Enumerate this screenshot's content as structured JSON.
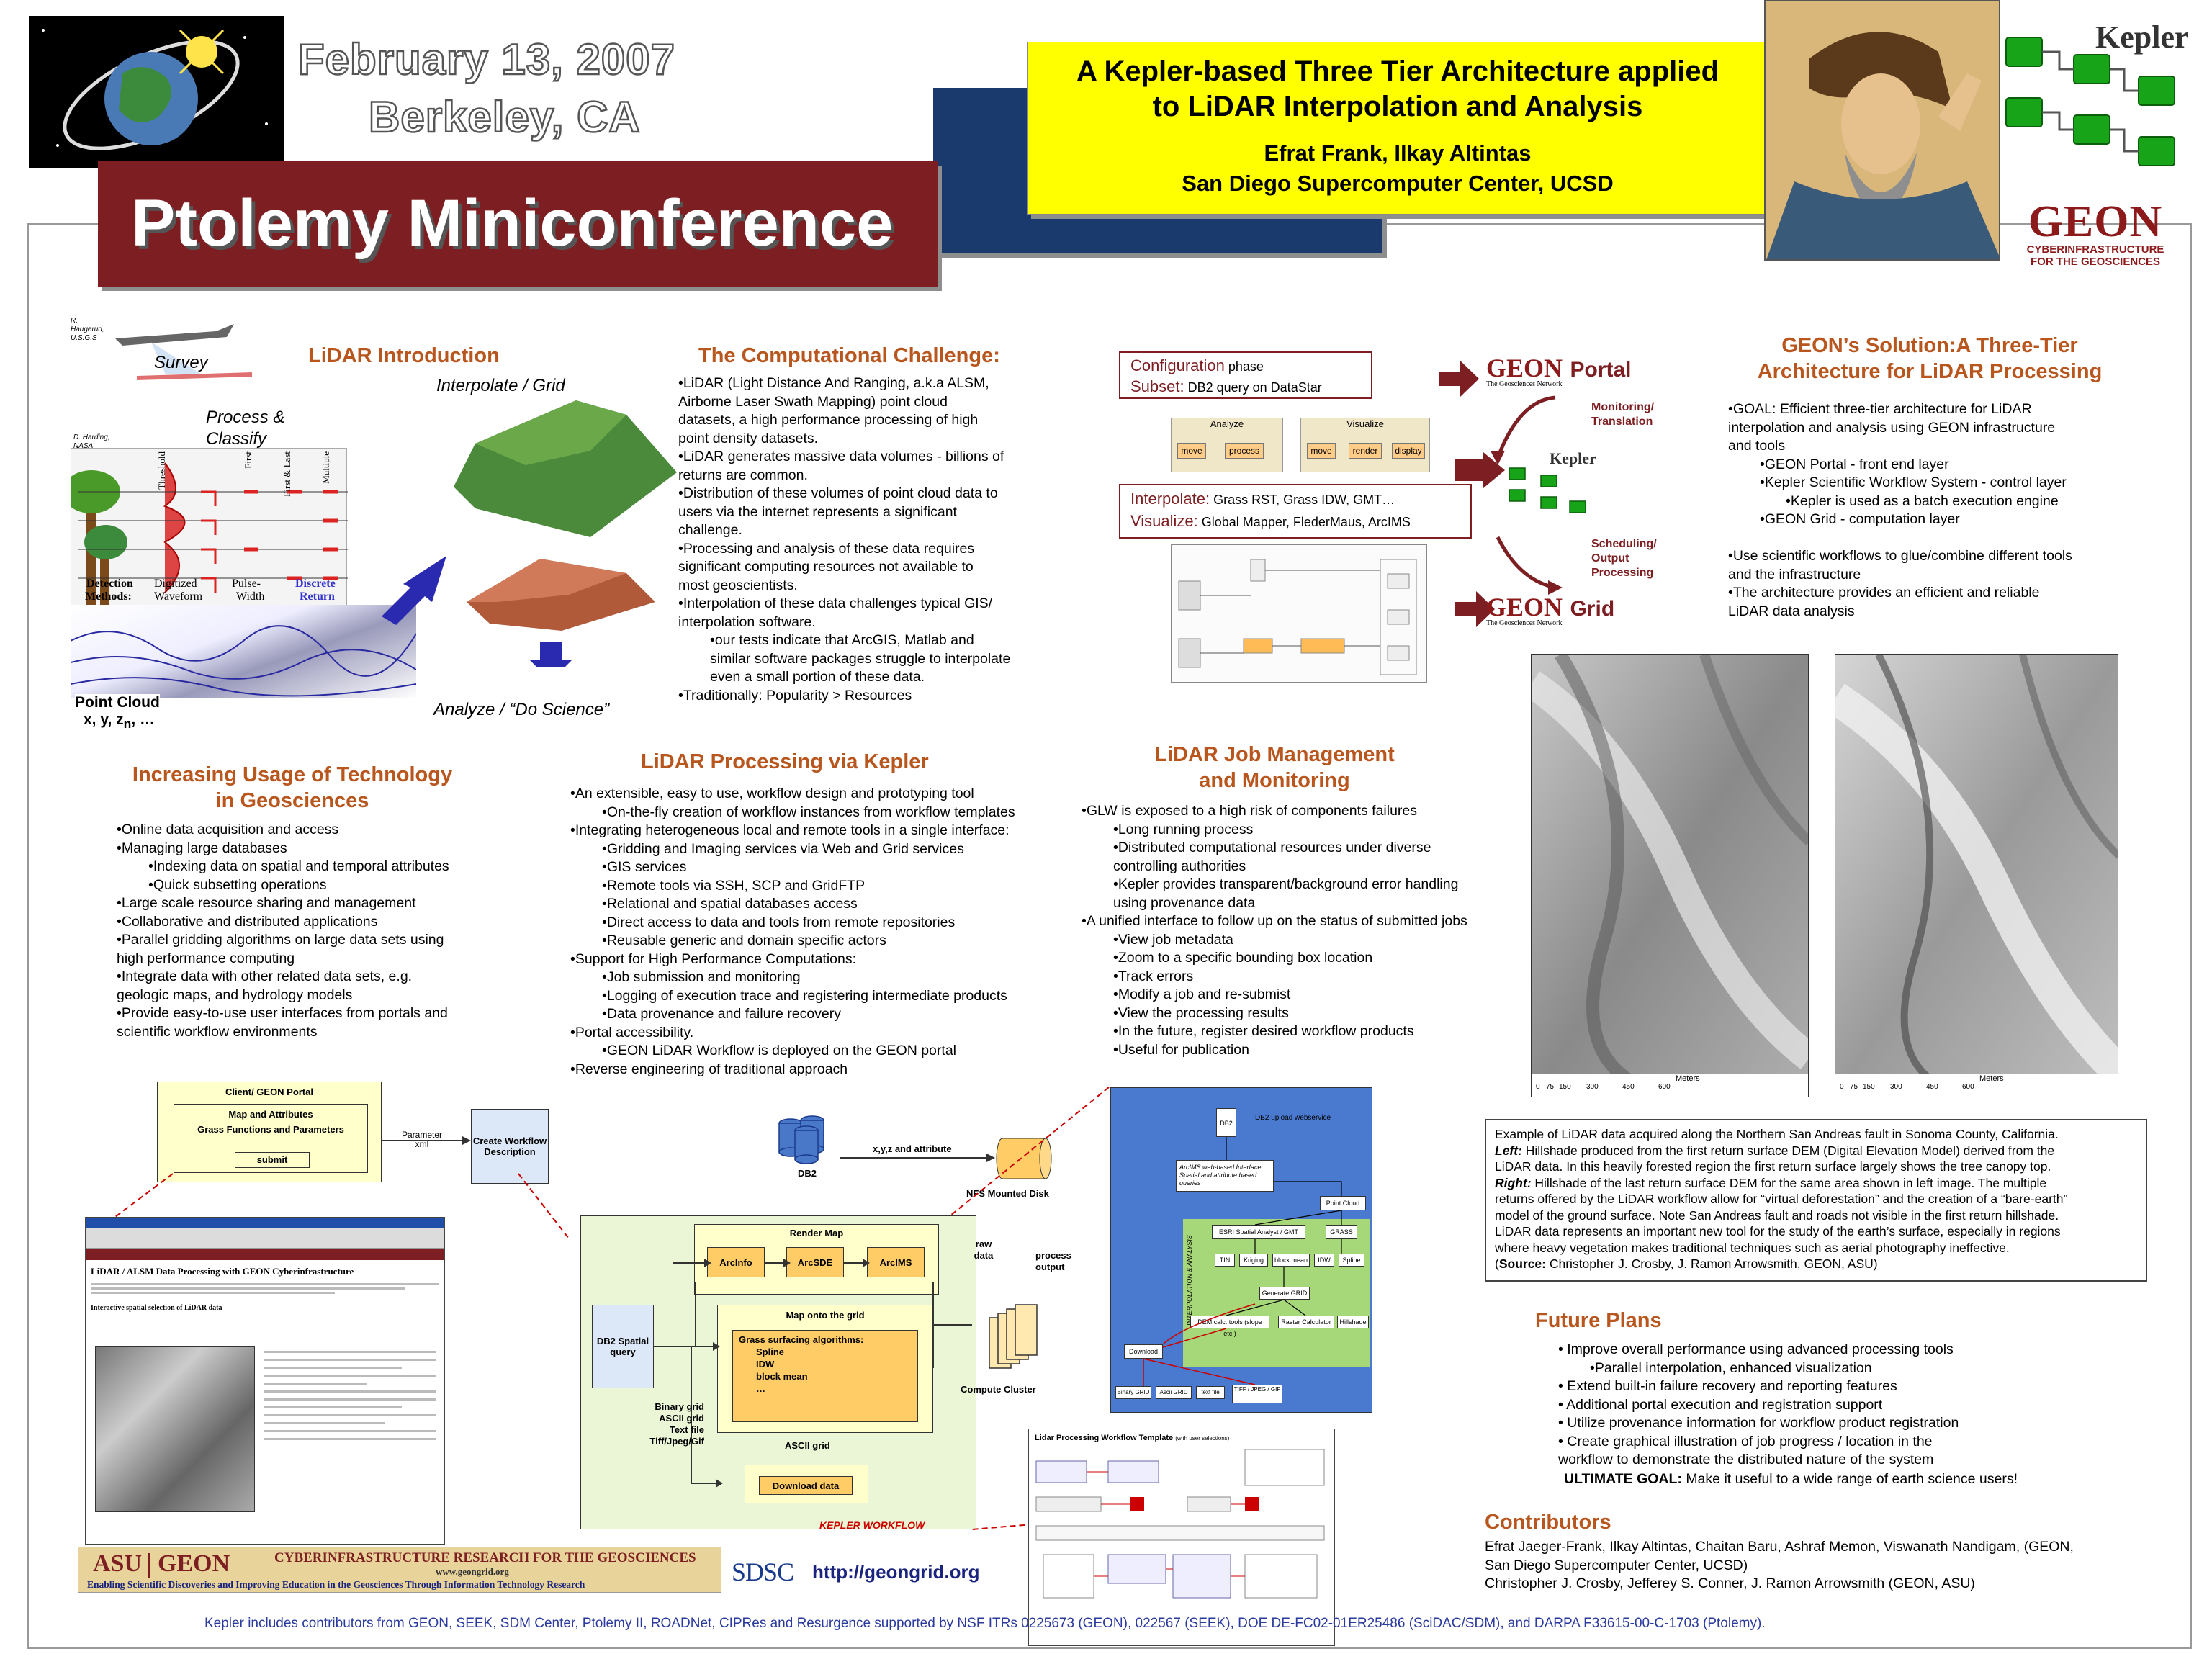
{
  "header": {
    "date": "February 13, 2007",
    "place": "Berkeley, CA",
    "conference": "Ptolemy Miniconference",
    "title_line1": "A Kepler-based Three Tier Architecture applied",
    "title_line2": "to LiDAR Interpolation and Analysis",
    "authors": "Efrat Frank, Ilkay Altintas",
    "affiliation": "San Diego Supercomputer Center, UCSD",
    "kepler_logo": "Kepler",
    "geon_logo": "GEON",
    "geon_sub1": "CYBERINFRASTRUCTURE",
    "geon_sub2": "FOR THE GEOSCIENCES"
  },
  "lidar_intro": {
    "heading": "LiDAR Introduction",
    "credit1": "R. Haugerud, U.S.G.S",
    "credit2": "D. Harding, NASA",
    "survey": "Survey",
    "process": "Process &",
    "classify": "Classify",
    "interpolate": "Interpolate / Grid",
    "analyze": "Analyze / “Do Science”",
    "point_cloud": "Point Cloud",
    "xyz": "x, y, z",
    "xyz_sub": "n",
    "xyz_tail": ", …",
    "threshold": "Threshold",
    "first": "First",
    "first_last": "First & Last",
    "multiple": "Multiple",
    "detection": "Detection",
    "methods": "Methods:",
    "digitized": "Digitized",
    "waveform": "Waveform",
    "pulse": "Pulse-",
    "width": "Width",
    "discrete": "Discrete",
    "return": "Return"
  },
  "challenge": {
    "heading": "The Computational Challenge:",
    "lines": [
      {
        "t": "•LiDAR (Light Distance And Ranging, a.k.a ALSM,",
        "l": 0
      },
      {
        "t": "Airborne Laser Swath Mapping) point cloud",
        "l": 0
      },
      {
        "t": "datasets, a high performance processing of high",
        "l": 0
      },
      {
        "t": "point density datasets.",
        "l": 0
      },
      {
        "t": "•LiDAR generates massive data volumes - billions of",
        "l": 0
      },
      {
        "t": "returns are common.",
        "l": 0
      },
      {
        "t": "•Distribution of these volumes of point cloud data to",
        "l": 0
      },
      {
        "t": "users via the internet represents a significant",
        "l": 0
      },
      {
        "t": "challenge.",
        "l": 0
      },
      {
        "t": "•Processing and analysis of these data requires",
        "l": 0
      },
      {
        "t": "significant computing resources not available to",
        "l": 0
      },
      {
        "t": "most geoscientists.",
        "l": 0
      },
      {
        "t": "•Interpolation of these data challenges typical GIS/",
        "l": 0
      },
      {
        "t": "interpolation software.",
        "l": 0
      },
      {
        "t": "•our tests indicate that ArcGIS, Matlab and",
        "l": 1
      },
      {
        "t": "similar software packages struggle to interpolate",
        "l": 1
      },
      {
        "t": "even a small portion of these data.",
        "l": 1
      },
      {
        "t": "•Traditionally: Popularity > Resources",
        "l": 0
      }
    ]
  },
  "config": {
    "configuration": "Configuration",
    "phase": " phase",
    "subset": "Subset:",
    "subset_text": " DB2 query on DataStar",
    "analyze": "Analyze",
    "visualize": "Visualize",
    "move": "move",
    "process": "process",
    "render": "render",
    "display": "display",
    "interpolate": "Interpolate:",
    "interpolate_text": " Grass RST, Grass IDW, GMT…",
    "visualize_label": "Visualize:",
    "visualize_text": " Global Mapper, FlederMaus, ArcIMS",
    "portal": "Portal",
    "grid": "Grid",
    "geon": "GEON",
    "geon_network": "The Geosciences Network",
    "monitoring": "Monitoring/",
    "translation": "Translation",
    "scheduling": "Scheduling/",
    "output": "Output",
    "processing": "Processing",
    "kepler": "Kepler"
  },
  "solution": {
    "heading1": "GEON’s Solution:A Three-Tier",
    "heading2": "Architecture for LiDAR Processing",
    "lines": [
      {
        "t": "•GOAL: Efficient three-tier architecture for LiDAR",
        "l": 0
      },
      {
        "t": "interpolation and analysis using GEON infrastructure",
        "l": 0
      },
      {
        "t": "and tools",
        "l": 0
      },
      {
        "t": "•GEON Portal - front end layer",
        "l": 1
      },
      {
        "t": "•Kepler Scientific Workflow System - control layer",
        "l": 1
      },
      {
        "t": "•Kepler is used as a batch execution engine",
        "l": 2
      },
      {
        "t": "•GEON Grid - computation layer",
        "l": 1
      },
      {
        "t": "",
        "l": 0
      },
      {
        "t": "•Use scientific workflows to glue/combine different tools",
        "l": 0
      },
      {
        "t": "and the infrastructure",
        "l": 0
      },
      {
        "t": "•The architecture provides an efficient and reliable",
        "l": 0
      },
      {
        "t": "LiDAR data analysis",
        "l": 0
      }
    ]
  },
  "usage": {
    "heading1": "Increasing Usage of Technology",
    "heading2": "in Geosciences",
    "lines": [
      {
        "t": "•Online data acquisition and access",
        "l": 0
      },
      {
        "t": "•Managing large databases",
        "l": 0
      },
      {
        "t": "•Indexing data on spatial and temporal attributes",
        "l": 1
      },
      {
        "t": "•Quick subsetting operations",
        "l": 1
      },
      {
        "t": "•Large scale resource sharing and management",
        "l": 0
      },
      {
        "t": "•Collaborative and distributed applications",
        "l": 0
      },
      {
        "t": "•Parallel gridding algorithms on large data sets using",
        "l": 0
      },
      {
        "t": "high performance computing",
        "l": 0
      },
      {
        "t": "•Integrate data with other related data sets, e.g.",
        "l": 0
      },
      {
        "t": "geologic maps, and hydrology models",
        "l": 0
      },
      {
        "t": "•Provide easy-to-use user interfaces from portals and",
        "l": 0
      },
      {
        "t": "scientific workflow environments",
        "l": 0
      }
    ]
  },
  "kepler_proc": {
    "heading": "LiDAR Processing via Kepler",
    "lines": [
      {
        "t": "•An extensible, easy to use, workflow design and prototyping tool",
        "l": 0
      },
      {
        "t": "•On-the-fly creation of workflow instances from workflow templates",
        "l": 1
      },
      {
        "t": "•Integrating heterogeneous local and remote tools in a single interface:",
        "l": 0
      },
      {
        "t": "•Gridding and Imaging services via Web and Grid services",
        "l": 1
      },
      {
        "t": "•GIS services",
        "l": 1
      },
      {
        "t": "•Remote tools via SSH, SCP and GridFTP",
        "l": 1
      },
      {
        "t": "•Relational and spatial databases access",
        "l": 1
      },
      {
        "t": "•Direct access to data and tools from remote repositories",
        "l": 1
      },
      {
        "t": "•Reusable generic and domain specific actors",
        "l": 1
      },
      {
        "t": "•Support for High Performance Computations:",
        "l": 0
      },
      {
        "t": "•Job submission and monitoring",
        "l": 1
      },
      {
        "t": "•Logging of execution trace and registering intermediate products",
        "l": 1
      },
      {
        "t": "•Data provenance and failure recovery",
        "l": 1
      },
      {
        "t": "•Portal accessibility.",
        "l": 0
      },
      {
        "t": "•GEON LiDAR Workflow is deployed on the GEON portal",
        "l": 1
      },
      {
        "t": "•Reverse engineering of traditional approach",
        "l": 0
      }
    ]
  },
  "job_mgmt": {
    "heading1": "LiDAR Job Management",
    "heading2": "and Monitoring",
    "lines": [
      {
        "t": "•GLW is exposed to a high risk of components failures",
        "l": 0
      },
      {
        "t": "•Long running process",
        "l": 1
      },
      {
        "t": "•Distributed computational resources under diverse",
        "l": 1
      },
      {
        "t": "controlling authorities",
        "l": 1
      },
      {
        "t": "•Kepler provides transparent/background error handling",
        "l": 1
      },
      {
        "t": "using provenance data",
        "l": 1
      },
      {
        "t": "•A unified interface to follow up on the status of submitted jobs",
        "l": 0
      },
      {
        "t": "•View job metadata",
        "l": 1
      },
      {
        "t": "•Zoom to a specific bounding box location",
        "l": 1
      },
      {
        "t": "•Track errors",
        "l": 1
      },
      {
        "t": "•Modify a job and re-submist",
        "l": 1
      },
      {
        "t": "•View the processing results",
        "l": 1
      },
      {
        "t": "•In the future, register desired workflow products",
        "l": 1
      },
      {
        "t": "•Useful for publication",
        "l": 1
      }
    ]
  },
  "hillshade": {
    "scale_label": "Meters",
    "scale_ticks": [
      "0",
      "75",
      "150",
      "300",
      "450",
      "600"
    ]
  },
  "caption": {
    "lines": [
      "Example of LiDAR data acquired along the Northern San Andreas fault in Sonoma County, California.",
      "Left:  Hillshade produced from the first return surface DEM (Digital Elevation Model) derived from the",
      "LiDAR data.  In this heavily forested region the first return surface largely shows the tree canopy top.",
      "Right:  Hillshade of the last return surface DEM for the same area shown in left image.  The multiple",
      "returns offered by the LiDAR workflow allow for “virtual deforestation” and the creation of a “bare-earth”",
      "model of the ground surface.  Note San Andreas fault and roads not visible in the first return hillshade.",
      "LiDAR data represents an important new tool for the study of the earth’s surface, especially in regions",
      "where heavy vegetation makes traditional techniques such as aerial photography ineffective.",
      "(Source: Christopher J. Crosby, J. Ramon Arrowsmith, GEON, ASU)"
    ]
  },
  "future": {
    "heading": "Future Plans",
    "lines": [
      {
        "t": "•  Improve overall performance using advanced processing tools",
        "l": 0
      },
      {
        "t": "•Parallel interpolation, enhanced visualization",
        "l": 1
      },
      {
        "t": "• Extend built-in failure recovery and reporting features",
        "l": 0
      },
      {
        "t": "• Additional portal execution and registration support",
        "l": 0
      },
      {
        "t": "• Utilize provenance information for workflow product registration",
        "l": 0
      },
      {
        "t": "• Create graphical illustration of job progress / location in the",
        "l": 0
      },
      {
        "t": "  workflow to demonstrate the distributed nature of the system",
        "l": 0
      }
    ],
    "ultimate_label": "ULTIMATE GOAL:",
    "ultimate_text": "  Make it useful to a wide range of earth science users!"
  },
  "contributors": {
    "heading": "Contributors",
    "lines": [
      "Efrat Jaeger-Frank, Ilkay Altintas, Chaitan Baru, Ashraf Memon, Viswanath Nandigam, (GEON,",
      "San Diego Supercomputer Center, UCSD)",
      "Christopher J. Crosby, Jefferey S. Conner, J. Ramon Arrowsmith (GEON, ASU)"
    ]
  },
  "architecture": {
    "client_portal": "Client/ GEON Portal",
    "map_attrs": "Map and Attributes",
    "grass_functions": "Grass Functions and Parameters",
    "submit": "submit",
    "parameter": "Parameter",
    "xml": "xml",
    "create_workflow": "Create Workflow Description",
    "db2": "DB2",
    "xyz_attr": "x,y,z and attribute",
    "nfs": "NFS Mounted Disk",
    "render_map": "Render Map",
    "arcinfo": "ArcInfo",
    "arcsde": "ArcSDE",
    "arcims": "ArcIMS",
    "raw_data": "raw data",
    "process_output": "process output",
    "db2_spatial": "DB2 Spatial query",
    "map_grid": "Map onto the grid",
    "grass_alg": "Grass surfacing algorithms:",
    "alg1": "Spline",
    "alg2": "IDW",
    "alg3": "block mean",
    "alg4": "…",
    "binary_grid": "Binary grid",
    "ascii_grid": "ASCII grid",
    "text_file": "Text file",
    "tiff": "Tiff/Jpeg/Gif",
    "ascii_grid2": "ASCII grid",
    "download": "Download data",
    "compute_cluster": "Compute Cluster",
    "kepler_workflow": "KEPLER WORKFLOW",
    "blue_title": "DB2 upload webservice",
    "arcims_iface": "ArcIMS web-based Interface: Spatial and attribute based queries",
    "point_cloud": "Point Cloud",
    "esri": "ESRI Spatial Analyst / GMT",
    "grass": "GRASS",
    "tin": "TIN",
    "kriging": "Kriging",
    "block_mean": "block mean",
    "idw": "IDW",
    "spline": "Spline",
    "generate_grid": "Generate GRID",
    "dem_calc": "DEM calc. tools (slope etc.)",
    "raster_calc": "Raster Calculator",
    "hillshade": "Hillshade",
    "download2": "Download",
    "binary_grid2": "Binary GRID",
    "ascii_grid3": "Ascii GRID",
    "text_file2": "text file",
    "tiff2": "TIFF / JPEG / GIF",
    "interp_analysis": "INTERPOLATION & ANALYSIS",
    "template_title": "Lidar Processing Workflow Template",
    "template_sub": "(with user selections)"
  },
  "portal_shot": {
    "title": "LiDAR / ALSM Data Processing with GEON Cyberinfrastructure",
    "interactive": "Interactive spatial selection of LiDAR data"
  },
  "footer": {
    "asu": "ASU",
    "geon": "GEON",
    "cyber": "CYBERINFRASTRUCTURE RESEARCH FOR THE GEOSCIENCES",
    "url_small": "www.geongrid.org",
    "enabling": "Enabling Scientific Discoveries and Improving Education in the Geosciences Through Information Technology Research",
    "sdsc": "SDSC",
    "url": "http://geongrid.org",
    "funding": "Kepler includes contributors from GEON, SEEK, SDM Center, Ptolemy II, ROADNet, CIPRes and Resurgence supported by NSF ITRs 0225673 (GEON), 022567 (SEEK), DOE DE-FC02-01ER25486 (SciDAC/SDM), and DARPA F33615-00-C-1703 (Ptolemy)."
  },
  "colors": {
    "heading": "#b8561e",
    "banner_red": "#7d1f22",
    "banner_blue": "#1a3a6e",
    "title_yellow": "#ffff00",
    "link_blue": "#1a237e"
  }
}
